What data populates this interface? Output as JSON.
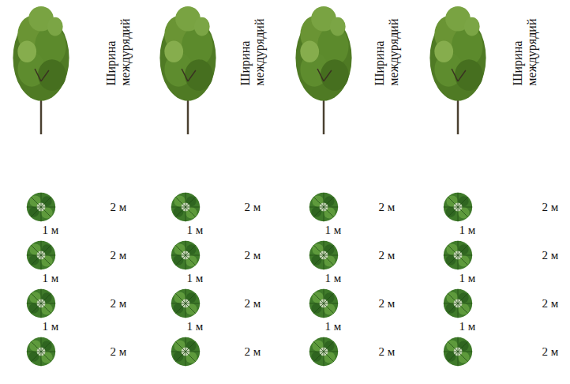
{
  "diagram": {
    "labels": [
      "Ширина междурядий",
      "Ширина междурядий",
      "Ширина междурядий",
      "Ширина междурядий",
      "2 м",
      "2 м",
      "2 м",
      "2 м",
      "1 м",
      "1 м",
      "1 м",
      "1 м",
      "2 м",
      "2 м",
      "2 м",
      "2 м",
      "1 м",
      "1 м",
      "1 м",
      "1 м",
      "2 м",
      "2 м",
      "2 м",
      "2 м",
      "1 м",
      "1 м",
      "1 м",
      "1 м",
      "2 м",
      "2 м",
      "2 м",
      "2 м"
    ]
  }
}
